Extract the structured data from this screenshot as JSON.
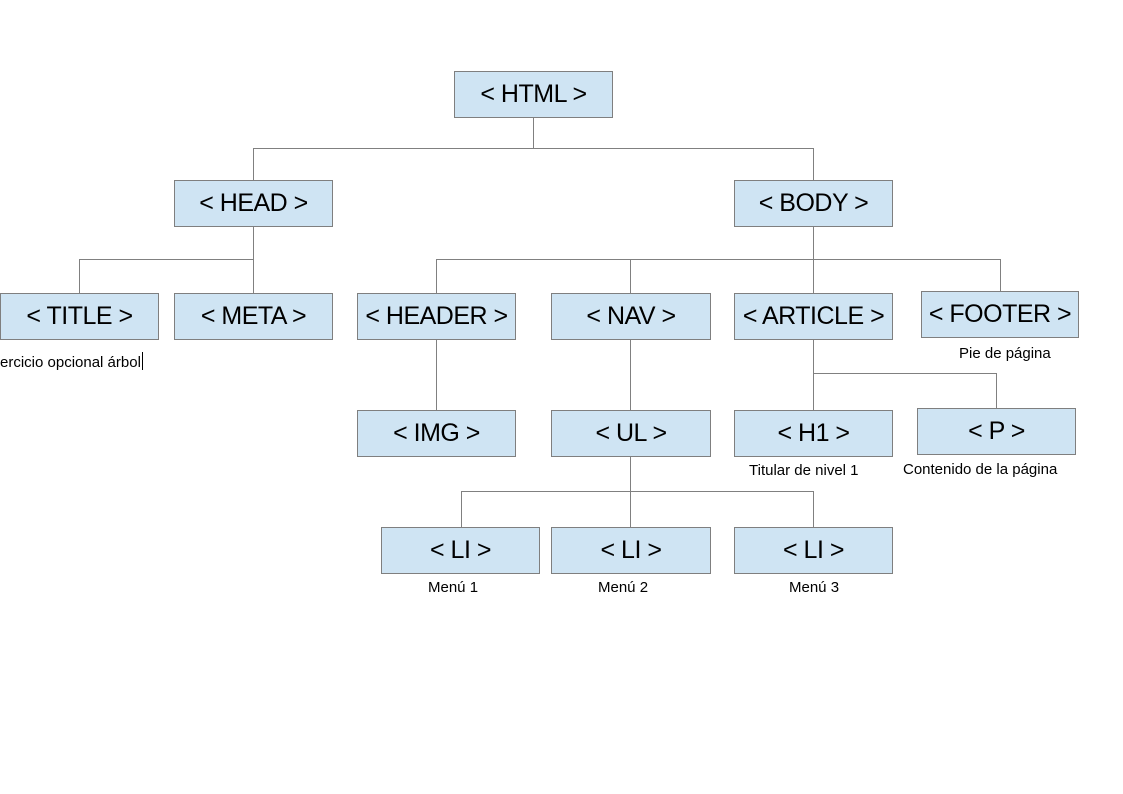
{
  "diagram": {
    "type": "tree",
    "nodes": {
      "html": {
        "label": "< HTML >"
      },
      "head": {
        "label": "< HEAD >"
      },
      "body": {
        "label": "< BODY >"
      },
      "title": {
        "label": "< TITLE >",
        "note": "ercicio opcional árbol"
      },
      "meta": {
        "label": "< META >"
      },
      "header": {
        "label": "< HEADER >"
      },
      "nav": {
        "label": "< NAV >"
      },
      "article": {
        "label": "< ARTICLE >"
      },
      "footer": {
        "label": "< FOOTER >",
        "note": "Pie de página"
      },
      "img": {
        "label": "< IMG >"
      },
      "ul": {
        "label": "< UL >"
      },
      "h1": {
        "label": "< H1 >",
        "note": "Titular de nivel 1"
      },
      "p": {
        "label": "< P >",
        "note": "Contenido de la página"
      },
      "li1": {
        "label": "< LI >",
        "note": "Menú 1"
      },
      "li2": {
        "label": "< LI >",
        "note": "Menú 2"
      },
      "li3": {
        "label": "< LI >",
        "note": "Menú 3"
      }
    },
    "edges": [
      [
        "html",
        "head"
      ],
      [
        "html",
        "body"
      ],
      [
        "head",
        "title"
      ],
      [
        "head",
        "meta"
      ],
      [
        "body",
        "header"
      ],
      [
        "body",
        "nav"
      ],
      [
        "body",
        "article"
      ],
      [
        "body",
        "footer"
      ],
      [
        "header",
        "img"
      ],
      [
        "nav",
        "ul"
      ],
      [
        "article",
        "h1"
      ],
      [
        "article",
        "p"
      ],
      [
        "ul",
        "li1"
      ],
      [
        "ul",
        "li2"
      ],
      [
        "ul",
        "li3"
      ]
    ],
    "colors": {
      "box_fill": "#cfe4f3",
      "box_border": "#7f7f7f",
      "line": "#808080"
    }
  }
}
